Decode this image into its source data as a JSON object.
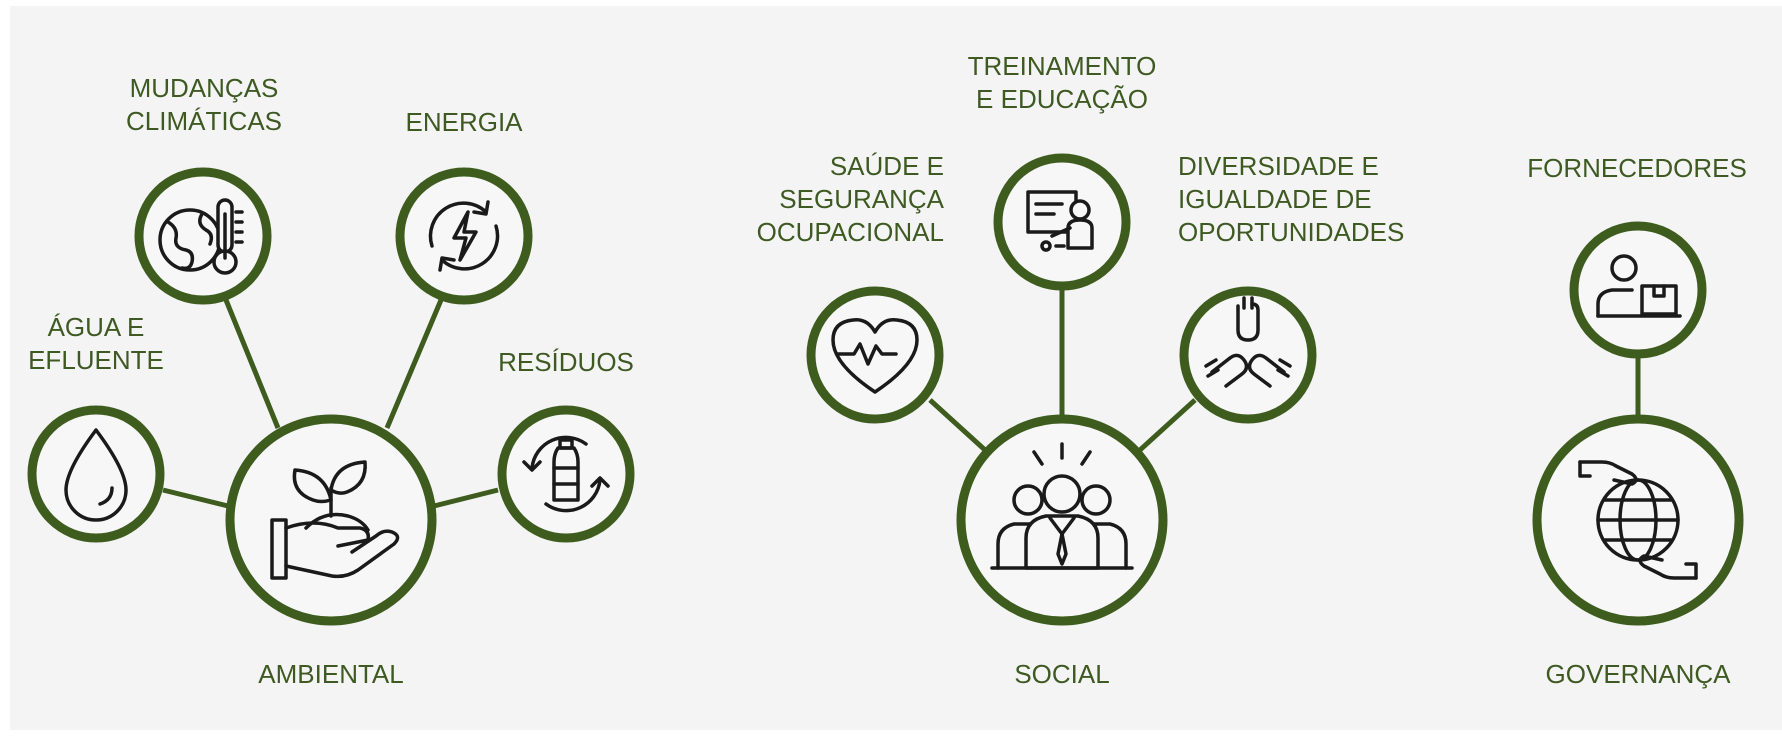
{
  "colors": {
    "ring": "#3d5c1e",
    "text": "#3e5a22",
    "icon": "#1a1a1a",
    "background": "#f4f4f4"
  },
  "groups": [
    {
      "id": "ambiental",
      "label": "AMBIENTAL",
      "icon": "hand-plant-icon",
      "topics": [
        {
          "label": [
            "MUDANÇAS",
            "CLIMÁTICAS"
          ],
          "icon": "globe-thermometer-icon"
        },
        {
          "label": [
            "ENERGIA"
          ],
          "icon": "energy-cycle-icon"
        },
        {
          "label": [
            "ÁGUA E",
            "EFLUENTE"
          ],
          "icon": "water-drop-icon"
        },
        {
          "label": [
            "RESÍDUOS"
          ],
          "icon": "bottle-recycle-icon"
        }
      ]
    },
    {
      "id": "social",
      "label": "SOCIAL",
      "icon": "people-group-icon",
      "topics": [
        {
          "label": [
            "TREINAMENTO",
            "E EDUCAÇÃO"
          ],
          "icon": "presentation-teacher-icon"
        },
        {
          "label": [
            "SAÚDE E",
            "SEGURANÇA",
            "OCUPACIONAL"
          ],
          "icon": "heart-pulse-icon"
        },
        {
          "label": [
            "DIVERSIDADE E",
            "IGUALDADE DE",
            "OPORTUNIDADES"
          ],
          "icon": "joined-hands-icon"
        }
      ]
    },
    {
      "id": "governanca",
      "label": "GOVERNANÇA",
      "icon": "globe-hands-icon",
      "topics": [
        {
          "label": [
            "FORNECEDORES"
          ],
          "icon": "supplier-box-icon"
        }
      ]
    }
  ]
}
